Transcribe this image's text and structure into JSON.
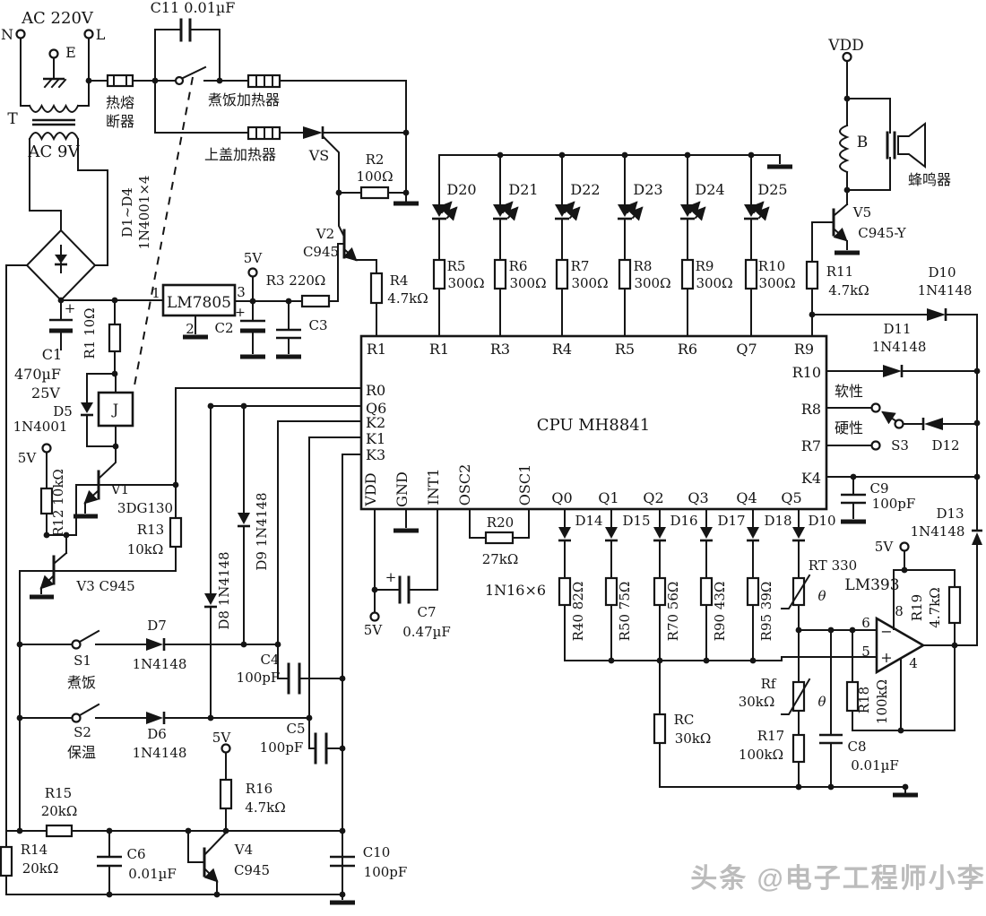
{
  "colors": {
    "ink": "#151515",
    "background": "#ffffff",
    "watermark": "#bcbcbc"
  },
  "drawing": {
    "type": "circuit-schematic",
    "subject": "rice cooker controller built around CPU MH8841 with LM7805 regulator, LED indicators, key matrix and LM393 comparator",
    "cpu_title": "CPU MH8841",
    "watermark": "头条 @电子工程师小李"
  },
  "labels": [
    [
      "ac-mains",
      "AC 220V",
      64,
      26,
      18
    ],
    [
      "terminal-n",
      "N",
      8,
      44,
      16
    ],
    [
      "terminal-l",
      "L",
      112,
      44,
      16
    ],
    [
      "terminal-e",
      "E",
      79,
      64,
      16
    ],
    [
      "transformer-t",
      "T",
      14,
      138,
      17
    ],
    [
      "ac-9v",
      "AC 9V",
      60,
      175,
      18
    ],
    [
      "thermal-fuse-1",
      "热熔",
      134,
      120,
      16
    ],
    [
      "thermal-fuse-2",
      "断器",
      134,
      141,
      16
    ],
    [
      "c11",
      "C11 0.01µF",
      215,
      14,
      16
    ],
    [
      "heater-cook",
      "煮饭加热器",
      272,
      117,
      16
    ],
    [
      "heater-lid",
      "上盖加热器",
      268,
      178,
      16
    ],
    [
      "vs",
      "VS",
      356,
      179,
      16
    ],
    [
      "d1-d4-a",
      "D1~D4",
      147,
      237,
      15,
      -90
    ],
    [
      "d1-d4-b",
      "1N4001×4",
      166,
      237,
      15,
      -90
    ],
    [
      "r2",
      "R2",
      418,
      183
    ],
    [
      "r2-val",
      "100Ω",
      418,
      202
    ],
    [
      "v2",
      "V2",
      363,
      266
    ],
    [
      "v2-type",
      "C945",
      358,
      286
    ],
    [
      "r3",
      "R3 220Ω",
      330,
      318
    ],
    [
      "reg-5v",
      "5V",
      282,
      293
    ],
    [
      "lm7805",
      "LM7805",
      222,
      343,
      17
    ],
    [
      "pin1",
      "1",
      174,
      332
    ],
    [
      "pin3",
      "3",
      269,
      331
    ],
    [
      "pin2",
      "2",
      212,
      372
    ],
    [
      "c2",
      "C2",
      250,
      371
    ],
    [
      "c2-plus",
      "+",
      268,
      353,
      14
    ],
    [
      "c3",
      "C3",
      355,
      368
    ],
    [
      "c1",
      "C1",
      58,
      401,
      16
    ],
    [
      "c1-val",
      "470µF",
      42,
      423,
      16
    ],
    [
      "c1-v2",
      "25V",
      51,
      444,
      16
    ],
    [
      "c1-plus",
      "+",
      78,
      349,
      15
    ],
    [
      "r1",
      "R1 10Ω",
      105,
      372,
      15,
      -90
    ],
    [
      "d5",
      "D5",
      70,
      464
    ],
    [
      "d5-val",
      "1N4001",
      45,
      481
    ],
    [
      "relay-j",
      "J",
      129,
      462,
      16
    ],
    [
      "ctrl-5v-a",
      "5V",
      30,
      516
    ],
    [
      "r12",
      "R12 10kΩ",
      70,
      561,
      15,
      -90
    ],
    [
      "v1",
      "V1",
      134,
      551
    ],
    [
      "v1-type",
      "3DG130",
      162,
      572
    ],
    [
      "r13",
      "R13",
      168,
      596
    ],
    [
      "r13-val",
      "10kΩ",
      162,
      618
    ],
    [
      "v3",
      "V3 C945",
      118,
      659
    ],
    [
      "d9",
      "D9 1N4148",
      297,
      593,
      15,
      -90
    ],
    [
      "d8",
      "D8 1N4148",
      255,
      659,
      15,
      -90
    ],
    [
      "s1",
      "S1",
      92,
      742
    ],
    [
      "s1-cn",
      "煮饭",
      91,
      767,
      16
    ],
    [
      "d7",
      "D7",
      175,
      703
    ],
    [
      "d7-val",
      "1N4148",
      178,
      746
    ],
    [
      "c4",
      "C4",
      301,
      741
    ],
    [
      "c4-val",
      "100pF",
      288,
      761
    ],
    [
      "s2",
      "S2",
      92,
      822
    ],
    [
      "s2-cn",
      "保温",
      91,
      845,
      16
    ],
    [
      "d6",
      "D6",
      175,
      824
    ],
    [
      "d6-val",
      "1N4148",
      178,
      845
    ],
    [
      "ctrl-5v-b",
      "5V",
      247,
      828
    ],
    [
      "c5",
      "C5",
      330,
      818
    ],
    [
      "c5-val",
      "100pF",
      314,
      839
    ],
    [
      "r15",
      "R15",
      65,
      890
    ],
    [
      "r15-val",
      "20kΩ",
      66,
      910
    ],
    [
      "r14",
      "R14",
      38,
      953
    ],
    [
      "r14-val",
      "20kΩ",
      45,
      974
    ],
    [
      "c6",
      "C6",
      152,
      958
    ],
    [
      "c6-val",
      "0.01µF",
      170,
      980
    ],
    [
      "v4",
      "V4",
      272,
      953
    ],
    [
      "v4-type",
      "C945",
      281,
      976
    ],
    [
      "r16",
      "R16",
      289,
      885
    ],
    [
      "r16-val",
      "4.7kΩ",
      296,
      906
    ],
    [
      "c10",
      "C10",
      420,
      956
    ],
    [
      "c10-val",
      "100pF",
      430,
      978
    ],
    [
      "r4",
      "R4",
      445,
      318
    ],
    [
      "r4-val",
      "4.7kΩ",
      455,
      338
    ],
    [
      "d20",
      "D20",
      515,
      217,
      16
    ],
    [
      "d21",
      "D21",
      584,
      217,
      16
    ],
    [
      "d22",
      "D22",
      653,
      217,
      16
    ],
    [
      "d23",
      "D23",
      723,
      217,
      16
    ],
    [
      "d24",
      "D24",
      792,
      217,
      16
    ],
    [
      "d25",
      "D25",
      862,
      217,
      16
    ],
    [
      "r5",
      "R5",
      509,
      302
    ],
    [
      "r5-val",
      "300Ω",
      520,
      321
    ],
    [
      "r6",
      "R6",
      578,
      302
    ],
    [
      "r6-val",
      "300Ω",
      589,
      321
    ],
    [
      "r7",
      "R7",
      647,
      302
    ],
    [
      "r7-val",
      "300Ω",
      658,
      321
    ],
    [
      "r8",
      "R8",
      717,
      302
    ],
    [
      "r8-val",
      "300Ω",
      728,
      321
    ],
    [
      "r9",
      "R9",
      786,
      302
    ],
    [
      "r9-val",
      "300Ω",
      797,
      321
    ],
    [
      "r10",
      "R10",
      861,
      302
    ],
    [
      "r10-val",
      "300Ω",
      867,
      321
    ],
    [
      "cpu-pin-r1a",
      "R1",
      420,
      395,
      16
    ],
    [
      "cpu-pin-r1b",
      "R1",
      490,
      395,
      16
    ],
    [
      "cpu-pin-r3",
      "R3",
      558,
      395,
      16
    ],
    [
      "cpu-pin-r4",
      "R4",
      627,
      395,
      16
    ],
    [
      "cpu-pin-r5",
      "R5",
      697,
      395,
      16
    ],
    [
      "cpu-pin-r6",
      "R6",
      767,
      395,
      16
    ],
    [
      "cpu-pin-q7",
      "Q7",
      833,
      395,
      16
    ],
    [
      "cpu-pin-r9",
      "R9",
      897,
      395,
      16
    ],
    [
      "cpu-pin-r0",
      "R0",
      408,
      441,
      16,
      0,
      "s"
    ],
    [
      "cpu-pin-q6",
      "Q6",
      408,
      461,
      16,
      0,
      "s"
    ],
    [
      "cpu-pin-k2",
      "K2",
      408,
      477,
      16,
      0,
      "s"
    ],
    [
      "cpu-pin-k1",
      "K1",
      408,
      495,
      16,
      0,
      "s"
    ],
    [
      "cpu-pin-k3",
      "K3",
      408,
      513,
      16,
      0,
      "s"
    ],
    [
      "cpu-pin-vdd",
      "VDD",
      419,
      546,
      16,
      -90
    ],
    [
      "cpu-pin-gnd",
      "GND",
      454,
      546,
      16,
      -90
    ],
    [
      "cpu-pin-int1",
      "INT1",
      489,
      543,
      16,
      -90
    ],
    [
      "cpu-pin-osc2",
      "OSC2",
      524,
      541,
      16,
      -90
    ],
    [
      "cpu-pin-osc1",
      "OSC1",
      591,
      541,
      16,
      -90
    ],
    [
      "cpu-pin-q0",
      "Q0",
      627,
      561,
      16
    ],
    [
      "cpu-pin-q1",
      "Q1",
      679,
      561,
      16
    ],
    [
      "cpu-pin-q2",
      "Q2",
      729,
      561,
      16
    ],
    [
      "cpu-pin-q3",
      "Q3",
      779,
      561,
      16
    ],
    [
      "cpu-pin-q4",
      "Q4",
      833,
      561,
      16
    ],
    [
      "cpu-pin-q5",
      "Q5",
      883,
      561,
      16
    ],
    [
      "cpu-pin-r10",
      "R10",
      916,
      421,
      16,
      0,
      "e"
    ],
    [
      "cpu-pin-r8",
      "R8",
      916,
      462,
      16,
      0,
      "e"
    ],
    [
      "cpu-pin-r7",
      "R7",
      916,
      503,
      16,
      0,
      "e"
    ],
    [
      "cpu-pin-k4",
      "K4",
      916,
      539,
      16,
      0,
      "e"
    ],
    [
      "cpu-title",
      "CPU MH8841",
      662,
      480,
      18
    ],
    [
      "vdd-top",
      "VDD",
      944,
      56,
      17
    ],
    [
      "coil-b",
      "B",
      962,
      164,
      17
    ],
    [
      "buzzer-cn",
      "蜂鸣器",
      1037,
      206,
      16
    ],
    [
      "v5",
      "V5",
      962,
      242
    ],
    [
      "v5-type",
      "C945-Y",
      984,
      265
    ],
    [
      "r11",
      "R11",
      937,
      308
    ],
    [
      "r11-val",
      "4.7kΩ",
      947,
      329
    ],
    [
      "d10",
      "D10",
      1051,
      309
    ],
    [
      "d10-val",
      "1N4148",
      1054,
      329
    ],
    [
      "d11",
      "D11",
      1001,
      372
    ],
    [
      "d11-val",
      "1N4148",
      1003,
      392
    ],
    [
      "soft-cn",
      "软性",
      947,
      442,
      16
    ],
    [
      "hard-cn",
      "硬性",
      947,
      483,
      16
    ],
    [
      "s3",
      "S3",
      1004,
      502
    ],
    [
      "d12",
      "D12",
      1055,
      502
    ],
    [
      "c9",
      "C9",
      981,
      550
    ],
    [
      "c9-val",
      "100pF",
      997,
      567
    ],
    [
      "d13",
      "D13",
      1060,
      578
    ],
    [
      "d13-val",
      "1N4148",
      1046,
      598
    ],
    [
      "r20",
      "R20",
      558,
      588
    ],
    [
      "r20-val",
      "27kΩ",
      558,
      629
    ],
    [
      "n16",
      "1N16×6",
      575,
      664,
      16
    ],
    [
      "c7",
      "C7",
      476,
      688
    ],
    [
      "c7-val",
      "0.47µF",
      476,
      710
    ],
    [
      "c7-plus",
      "+",
      436,
      649,
      15
    ],
    [
      "c7-5v",
      "5V",
      416,
      708
    ],
    [
      "d14",
      "D14",
      657,
      586
    ],
    [
      "d15",
      "D15",
      710,
      586
    ],
    [
      "d16",
      "D16",
      763,
      586
    ],
    [
      "d17",
      "D17",
      816,
      586
    ],
    [
      "d18",
      "D18",
      868,
      586
    ],
    [
      "d10b",
      "D10",
      917,
      586
    ],
    [
      "r40",
      "R40 82Ω",
      650,
      682,
      15,
      -90
    ],
    [
      "r50",
      "R50 75Ω",
      702,
      682,
      15,
      -90
    ],
    [
      "r70",
      "R70 56Ω",
      756,
      682,
      15,
      -90
    ],
    [
      "r90",
      "R90 43Ω",
      808,
      682,
      15,
      -90
    ],
    [
      "r95",
      "R95 39Ω",
      860,
      682,
      15,
      -90
    ],
    [
      "rt",
      "RT 330",
      929,
      636
    ],
    [
      "theta-rt",
      "θ",
      917,
      670,
      15,
      0,
      "m",
      "it"
    ],
    [
      "rf",
      "Rf",
      857,
      768
    ],
    [
      "rf-val",
      "30kΩ",
      844,
      788
    ],
    [
      "theta-rf",
      "θ",
      917,
      788,
      15,
      0,
      "m",
      "it"
    ],
    [
      "rc",
      "RC",
      763,
      808
    ],
    [
      "rc-val",
      "30kΩ",
      773,
      829
    ],
    [
      "r17",
      "R17",
      860,
      826
    ],
    [
      "r17-val",
      "100kΩ",
      849,
      847
    ],
    [
      "r18",
      "R18",
      969,
      781,
      15,
      -90
    ],
    [
      "r18-val",
      "100kΩ",
      989,
      783,
      15,
      -90
    ],
    [
      "c8",
      "C8",
      956,
      838
    ],
    [
      "c8-val",
      "0.01µF",
      976,
      859
    ],
    [
      "lm393",
      "LM393",
      973,
      658,
      17
    ],
    [
      "lm393-5v",
      "5V",
      986,
      615
    ],
    [
      "pin6",
      "6",
      966,
      700
    ],
    [
      "pin5",
      "5",
      966,
      732
    ],
    [
      "pin8",
      "8",
      1003,
      687
    ],
    [
      "pin4",
      "4",
      1019,
      745
    ],
    [
      "op-minus",
      "−",
      989,
      710,
      16
    ],
    [
      "op-plus",
      "+",
      989,
      739,
      16
    ],
    [
      "r19",
      "R19",
      1028,
      678,
      15,
      -90
    ],
    [
      "r19-val",
      "4.7kΩ",
      1048,
      678,
      15,
      -90
    ],
    [
      "watermark",
      "头条 @电子工程师小李",
      935,
      990,
      30,
      0,
      "m",
      "wm"
    ]
  ]
}
